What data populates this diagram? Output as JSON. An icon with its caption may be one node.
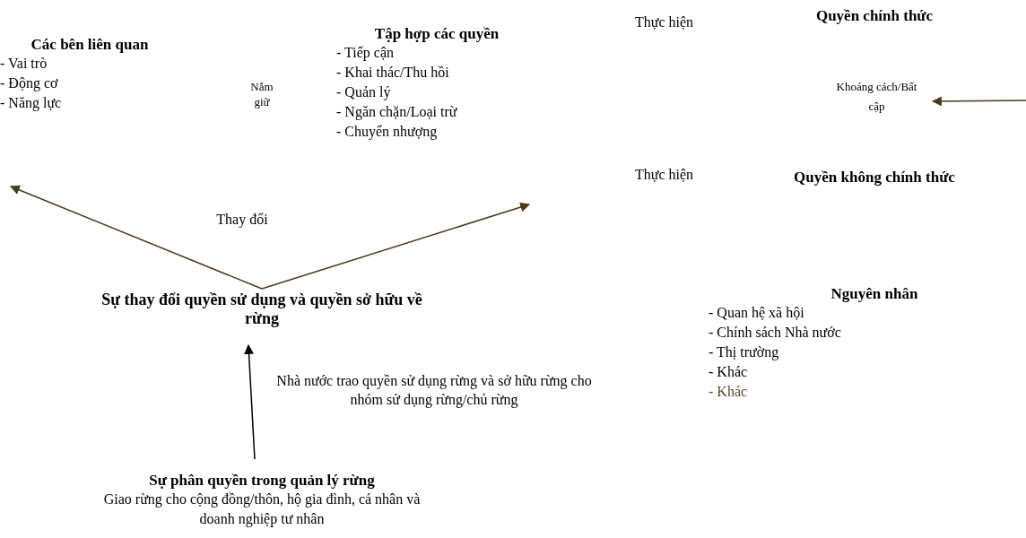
{
  "diagram": {
    "nodes": [
      {
        "text": [
          "Các bên liên quan",
          "- Vai trò",
          "- Động cơ",
          "- Năng lực"
        ]
      },
      {
        "text": [
          "Tập hợp các quyền",
          "- Tiếp cận",
          "- Khai thác/Thu hồi",
          "- Quản lý",
          "- Ngăn chặn/Loại trừ",
          "- Chuyển nhượng"
        ]
      },
      {
        "text": [
          "Quyền chính thức"
        ]
      },
      {
        "text": [
          "Khoáng cách/Bất cập"
        ]
      },
      {
        "text": [
          "Quyền không chính thức"
        ]
      },
      {
        "text": [
          "Nguyên nhân",
          "- Quan hệ xã hội",
          "- Chính sách Nhà nước",
          "- Thị trường",
          "- Khác",
          "- Khác"
        ]
      },
      {
        "text": [
          "Sự thay đổi quyền sử dụng và quyền sở hữu về rừng"
        ]
      },
      {
        "text": [
          "Sự phân quyền trong quản lý rừng",
          "Giao rừng cho cộng đồng/thôn, hộ gia đình, cá nhân và doanh nghiệp tư nhân"
        ]
      }
    ],
    "edges": [
      {
        "from": 6,
        "to": 0,
        "arrow": "to"
      },
      {
        "from": 6,
        "to": 1,
        "arrow": "to"
      },
      {
        "from": 7,
        "to": 6,
        "arrow": "to",
        "label": "Nhà nước trao quyền sử dụng rừng và sở hữu rừng cho nhóm sử dụng rừng/chủ rừng",
        "color": "#000000"
      },
      {
        "from": null,
        "to": 3,
        "arrow": "to"
      }
    ],
    "labels": [
      "Nắm giữ",
      "Thực hiện",
      "Thực hiện",
      "Thay đổi"
    ]
  }
}
